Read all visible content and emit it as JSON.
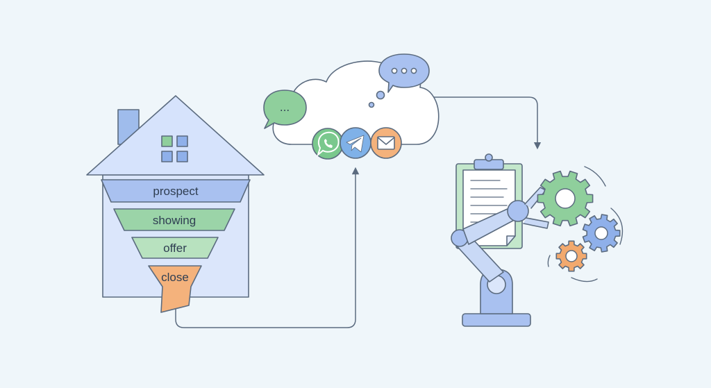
{
  "funnel": {
    "stages": [
      {
        "label": "prospect",
        "color": "#a9c1f0"
      },
      {
        "label": "showing",
        "color": "#9bd4a8"
      },
      {
        "label": "offer",
        "color": "#b8e2bf"
      },
      {
        "label": "close",
        "color": "#f4b27c"
      }
    ]
  },
  "chat_bubble": {
    "text": "..."
  },
  "messaging_icons": [
    "whatsapp-icon",
    "telegram-icon",
    "email-icon"
  ],
  "colors": {
    "background": "#eff6fa",
    "house_fill": "#dbe6fb",
    "roof_fill": "#d3e1fb",
    "outline": "#5b6b7f",
    "green": "#8fcf9c",
    "blue": "#8fb0ea",
    "orange": "#f2a96e"
  }
}
